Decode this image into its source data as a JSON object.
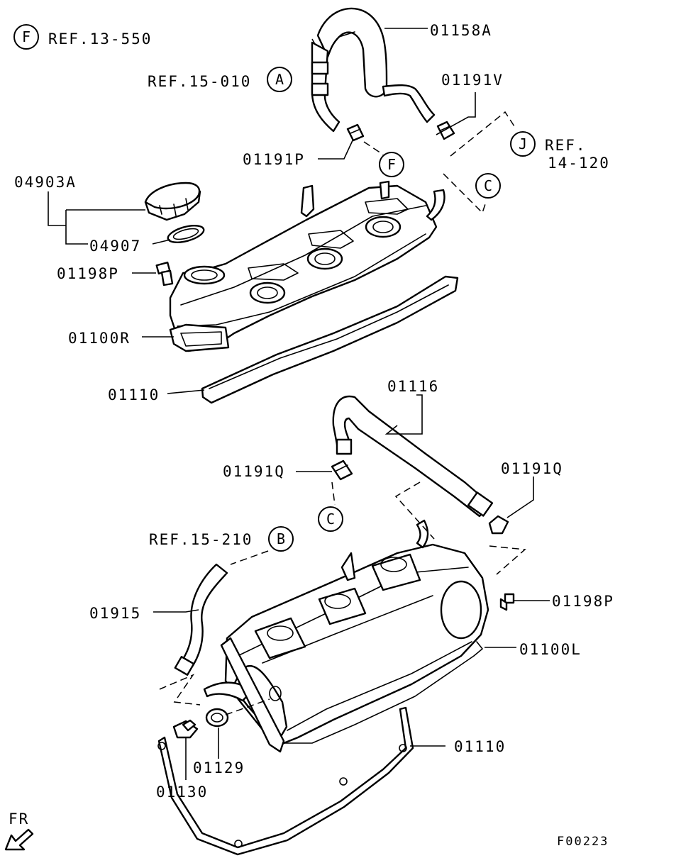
{
  "labels": {
    "ref_f": "REF.13-550",
    "ref_a": "REF.15-010",
    "ref_j_1": "REF.",
    "ref_j_2": "14-120",
    "ref_b": "REF.15-210",
    "p01158a": "01158A",
    "p01191v": "01191V",
    "p01191p": "01191P",
    "p04903a": "04903A",
    "p04907": "04907",
    "p01198p_top": "01198P",
    "p01100r": "01100R",
    "p01110_top": "01110",
    "p01116": "01116",
    "p01191q_left": "01191Q",
    "p01191q_right": "01191Q",
    "p01198p_bottom": "01198P",
    "p01100l": "01100L",
    "p01915": "01915",
    "p01110_bottom": "01110",
    "p01129": "01129",
    "p01130": "01130",
    "front": "FR",
    "figure_code": "F00223"
  },
  "callouts": {
    "f_top": "F",
    "a": "A",
    "f_mid": "F",
    "j": "J",
    "c_top": "C",
    "c_bottom": "C",
    "b": "B"
  }
}
